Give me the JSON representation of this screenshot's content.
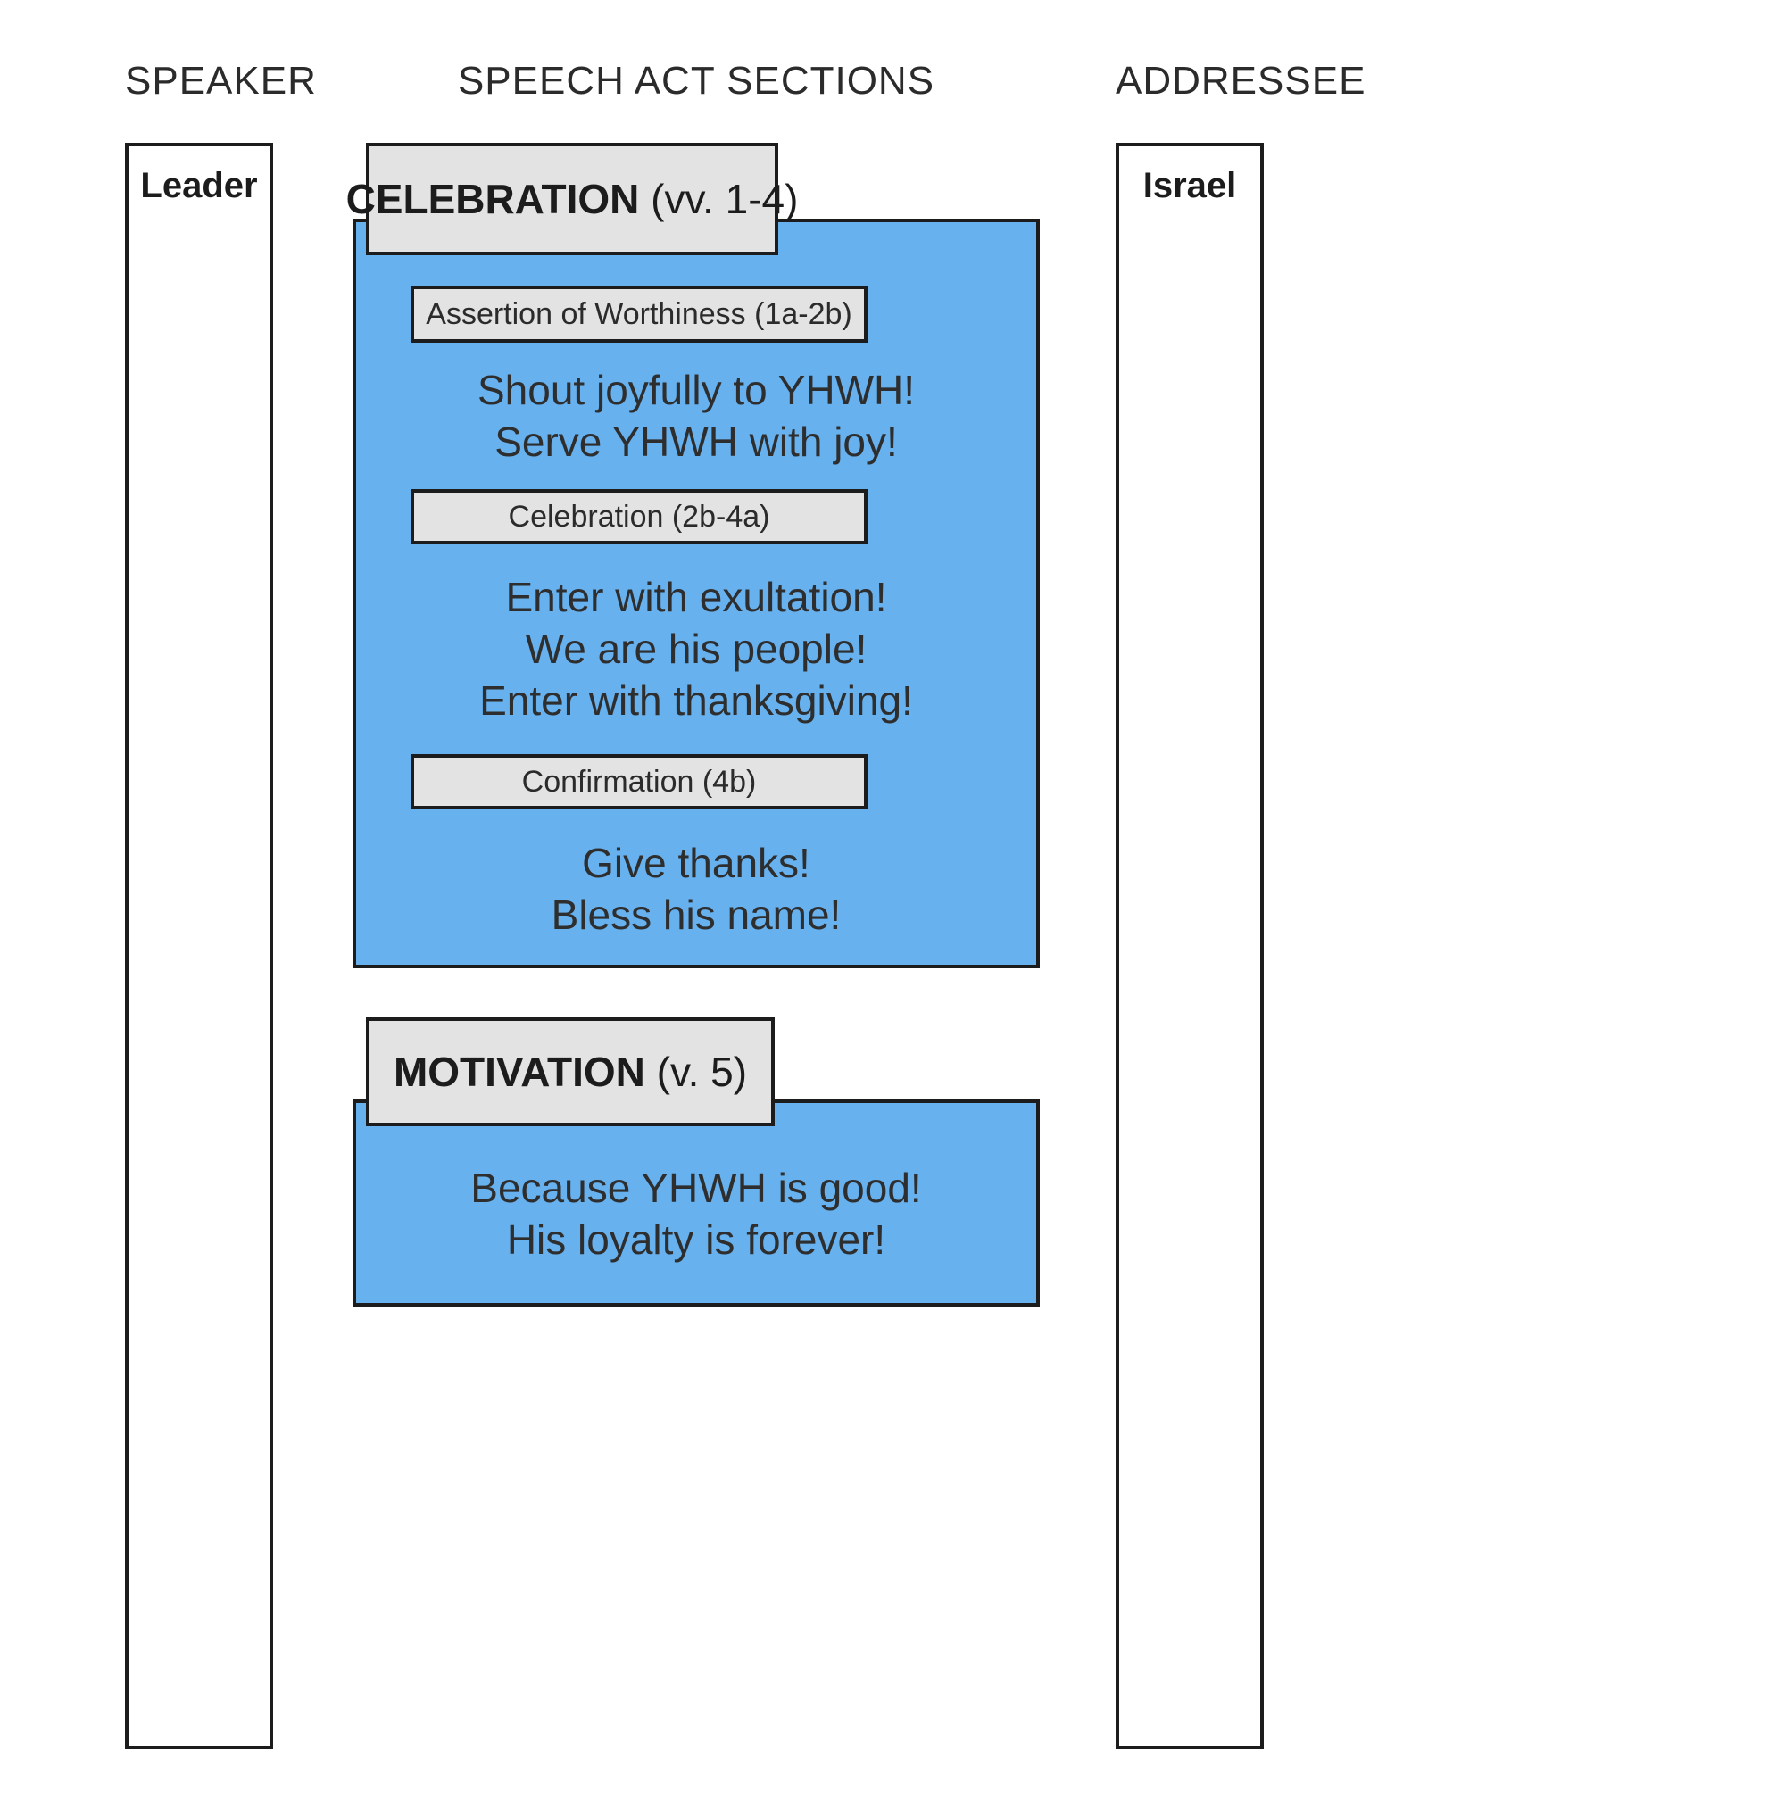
{
  "headers": {
    "speaker": "SPEAKER",
    "sections": "SPEECH ACT SECTIONS",
    "addressee": "ADDRESSEE"
  },
  "speaker": {
    "label": "Leader"
  },
  "addressee": {
    "label": "Israel"
  },
  "colors": {
    "panel_blue": "#67b1ef",
    "label_grey": "#e3e3e3",
    "border_black": "#1c1c1c"
  },
  "sections": [
    {
      "title_bold": "CELEBRATION",
      "title_suffix": " (vv. 1-4)",
      "subsections": [
        {
          "label": "Assertion of Worthiness (1a-2b)",
          "lines": [
            "Shout joyfully to YHWH!",
            "Serve YHWH with joy!"
          ]
        },
        {
          "label": "Celebration (2b-4a)",
          "lines": [
            "Enter with exultation!",
            "We are his people!",
            "Enter with thanksgiving!"
          ]
        },
        {
          "label": "Confirmation (4b)",
          "lines": [
            "Give thanks!",
            "Bless his name!"
          ]
        }
      ]
    },
    {
      "title_bold": "MOTIVATION",
      "title_suffix": " (v. 5)",
      "subsections": [
        {
          "label": null,
          "lines": [
            "Because YHWH is good!",
            "His loyalty is forever!"
          ]
        }
      ]
    }
  ]
}
